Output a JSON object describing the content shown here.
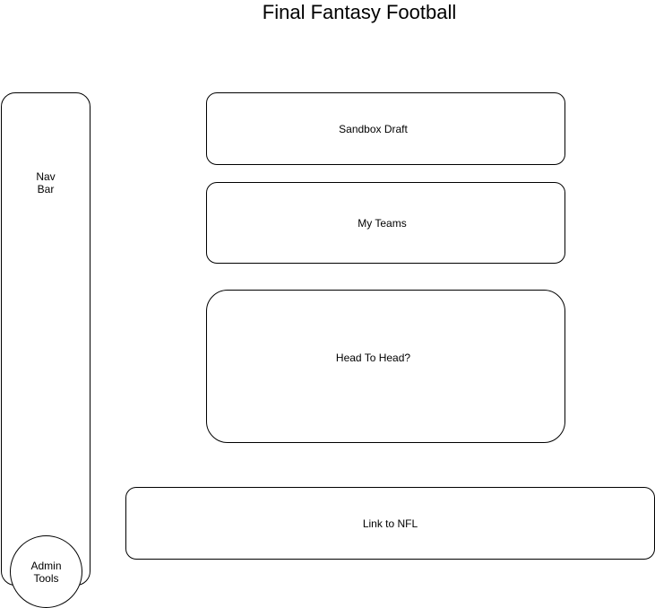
{
  "title": "Final Fantasy Football",
  "nav_bar": {
    "label": "Nav\nBar",
    "admin_tools_label": "Admin\nTools"
  },
  "main": {
    "sandbox_draft_label": "Sandbox Draft",
    "my_teams_label": "My Teams",
    "head_to_head_label": "Head To Head?"
  },
  "footer": {
    "link_nfl_label": "Link to NFL"
  }
}
